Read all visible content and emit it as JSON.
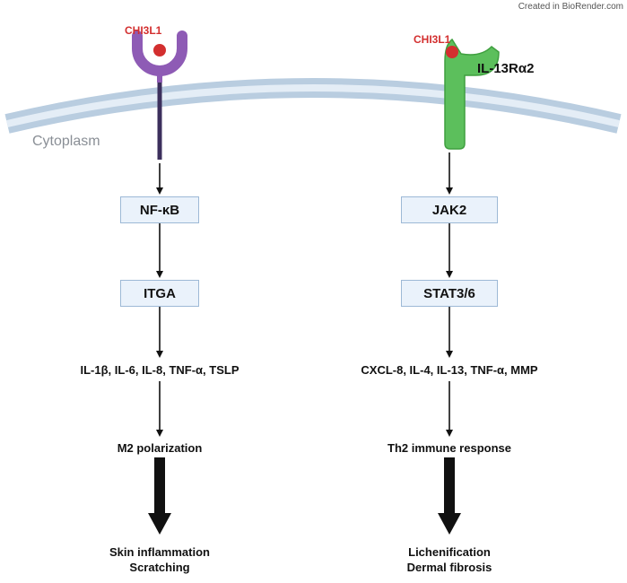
{
  "credit": "Created in BioRender.com",
  "compartment_label": "Cytoplasm",
  "colors": {
    "ligand": "#d32f2f",
    "receptor_left": "#8e5bb5",
    "receptor_right": "#5cbf5c",
    "membrane": "#c9d8e8",
    "box_fill": "#eaf2fb",
    "arrow": "#111111"
  },
  "left_pathway": {
    "ligand": "CHI3L1",
    "receptor_label": "",
    "box1": "NF-κB",
    "box2": "ITGA",
    "mediators": "IL-1β, IL-6, IL-8, TNF-α, TSLP",
    "process": "M2 polarization",
    "outcome_line1": "Skin inflammation",
    "outcome_line2": "Scratching"
  },
  "right_pathway": {
    "ligand": "CHI3L1",
    "receptor_label": "IL-13Rα2",
    "box1": "JAK2",
    "box2": "STAT3/6",
    "mediators": "CXCL-8, IL-4, IL-13, TNF-α, MMP",
    "process": "Th2 immune response",
    "outcome_line1": "Lichenification",
    "outcome_line2": "Dermal fibrosis"
  }
}
